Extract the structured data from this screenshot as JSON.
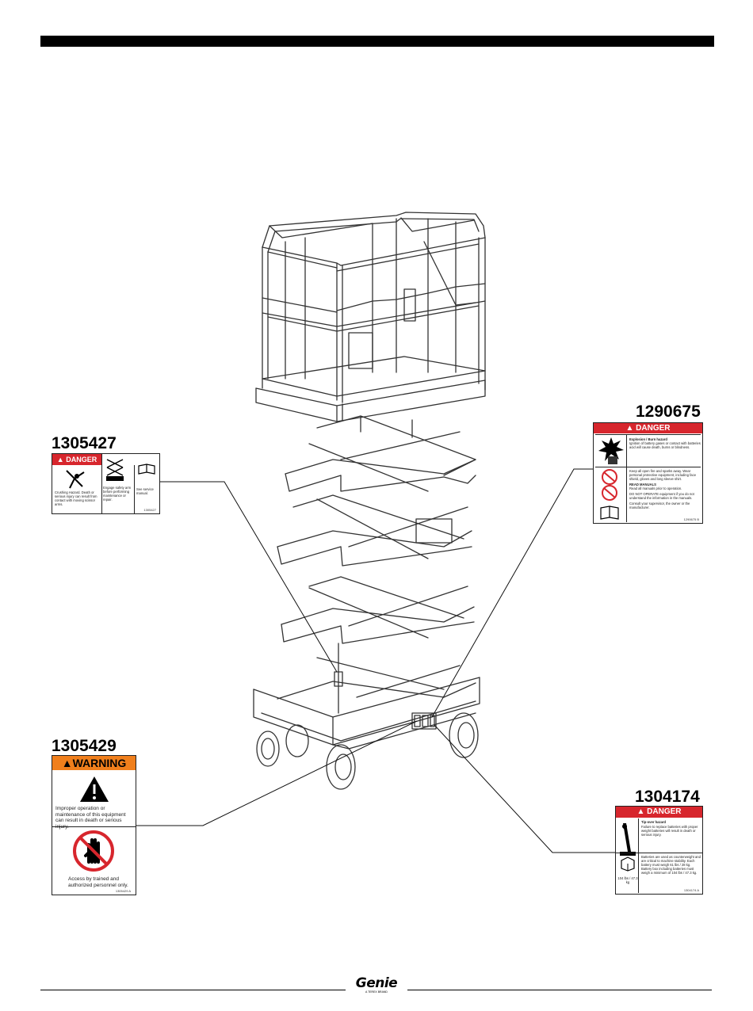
{
  "parts": {
    "p1305427": "1305427",
    "p1290675": "1290675",
    "p1305429": "1305429",
    "p1304174": "1304174"
  },
  "decal_1305427": {
    "header": "DANGER",
    "left_text": "Crushing Hazard. Death or serious injury can result from contact with moving scissor arms.",
    "mid_text": "Engage safety arm before performing maintenance or repair.",
    "right_text": "See service manual.",
    "code": "1305427"
  },
  "decal_1290675": {
    "header": "DANGER",
    "hazard_title": "Explosion / Burn hazard",
    "hazard_text": "Ignition of battery gases or contact with batteries acid will cause death, burns or blindness.",
    "text1": "Keep all open fire and sparks away. Wear personal protective equipment, including face shield, gloves and long sleeve shirt.",
    "text2_title": "READ MANUALS",
    "text2": "Read all manuals prior to operation.",
    "text3": "DO NOT OPERATE equipment if you do not understand the information in the manuals.",
    "text4": "Consult your supervisor, the owner or the manufacturer.",
    "code": "1290675 B"
  },
  "decal_1305429": {
    "header": "WARNING",
    "text1": "Improper operation or maintenance of this equipment can result in death or serious injury.",
    "text2": "Access by trained and authorized personnel only.",
    "code": "1305429 A"
  },
  "decal_1304174": {
    "header": "DANGER",
    "title": "Tip-over hazard",
    "text1": "Failure to replace batteries with proper weight batteries will result in death or serious injury.",
    "text2": "Batteries are used as counterweight and are critical to machine stability. Each battery must weigh 61 lbs / 28 kg. Battery box including batteries must weigh a minimum of 104 lbs / 47.3 kg.",
    "weight": "104 lbs / 47.3 kg",
    "code": "1304174 A"
  },
  "footer": {
    "logo": "Genie",
    "sub": "A TEREX BRAND"
  },
  "colors": {
    "danger": "#d7262d",
    "warning": "#f07f1c"
  }
}
